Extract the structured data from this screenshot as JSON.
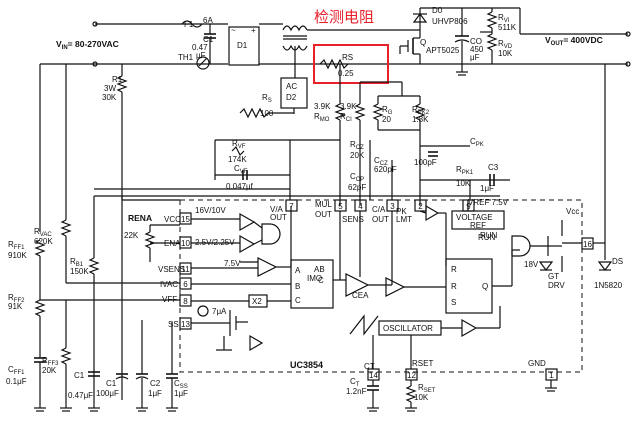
{
  "annotation": {
    "text": "检测电阻",
    "color": "#e8202a"
  },
  "input": {
    "label": "V",
    "sub": "IN",
    "value": "= 80-270VAC"
  },
  "output": {
    "label": "V",
    "sub": "OUT",
    "value": "= 400VDC"
  },
  "power": {
    "f1": "F1",
    "f1_val": "6A",
    "c1_name": "C1",
    "c1_val": "0.47",
    "c1_unit": "μF",
    "th1": "TH1",
    "d1": "D1",
    "d0": "D0",
    "d0_val": "UHVP806",
    "q": "Q",
    "q_val": "APT5025",
    "co": "CO",
    "co_val1": "450",
    "co_val2": "μF",
    "rvi": "R",
    "rvi_sub": "VI",
    "rvi_val": "511K",
    "rvd": "R",
    "rvd_sub": "VD",
    "rvd_val": "10K",
    "rs": "RS",
    "rs_val": "0.25",
    "ac": "AC",
    "d2": "D2",
    "rs_small": "R",
    "rs_small_sub": "S",
    "rs_small_val": "100",
    "r1": "R1",
    "r1_val1": "3W",
    "r1_val2": "30K"
  },
  "resistors": {
    "rmo_val": "3.9K",
    "rmo": "R",
    "rmo_sub": "MO",
    "rci_val": "3.9K",
    "rci": "R",
    "rci_sub": "CI",
    "rg": "R",
    "rg_sub": "G",
    "rg_val": "20",
    "rpk2": "R",
    "rpk2_sub": "PK2",
    "rpk2_val": "1.8K",
    "rvf": "R",
    "rvf_sub": "VF",
    "rvf_val": "174K",
    "cvf": "C",
    "cvf_sub": "VF",
    "cvf_val": "0.047μf",
    "rcz": "R",
    "rcz_sub": "CZ",
    "rcz_val": "20K",
    "ccz": "C",
    "ccz_sub": "CZ",
    "ccz_val": "620pF",
    "ccp": "C",
    "ccp_sub": "CP",
    "ccp_val": "62pF",
    "cpk": "C",
    "cpk_sub": "PK",
    "cpk_val": "100pF",
    "rpk1": "R",
    "rpk1_sub": "PK1",
    "rpk1_val": "10K",
    "c3": "C3",
    "c3_val": "1μF",
    "rena": "RENA",
    "rena_val": "22K",
    "rvac": "R",
    "rvac_sub": "VAC",
    "rvac_val": "620K",
    "rb1": "R",
    "rb1_sub": "B1",
    "rb1_val": "150K",
    "rff1": "R",
    "rff1_sub": "FF1",
    "rff1_val": "910K",
    "rff2": "R",
    "rff2_sub": "FF2",
    "rff2_val": "91K",
    "rff3": "R",
    "rff3_sub": "FF3",
    "rff3_val": "20K",
    "cff1": "C",
    "cff1_sub": "FF1",
    "cff1_val": "0.1μF",
    "c1b": "C1",
    "c1b_val": "0.47μF",
    "c1c": "C1",
    "c1c_val": "100μF",
    "c2": "C2",
    "c2_val": "1μF",
    "css": "C",
    "css_sub": "SS",
    "css_val": "1μF",
    "ct": "C",
    "ct_sub": "T",
    "ct_val": "1.2nF",
    "rset": "R",
    "rset_sub": "SET",
    "rset_val": "10K"
  },
  "ic": {
    "name": "UC3854",
    "pin_labels": {
      "vcc": "VCC",
      "ena": "ENA",
      "vsens": "VSENS",
      "ivac": "IVAC",
      "vff": "VFF",
      "ss": "SS",
      "va_out": "V/A",
      "va_out2": "OUT",
      "mul_out": "MUL",
      "mul_out2": "OUT",
      "sens": "SENS",
      "ca_out": "C/A",
      "ca_out2": "OUT",
      "pk_lmt": "PK",
      "pk_lmt2": "LMT",
      "vref": "VREF 7.5V",
      "gt_drv": "GT",
      "gt_drv2": "DRV",
      "gnd": "GND",
      "ct": "CT",
      "rset": "RSET",
      "ds": "DS",
      "ds_val": "1N5820"
    },
    "pins": {
      "p15": "15",
      "p10": "10",
      "p11": "11",
      "p1": "1",
      "p6": "6",
      "p8": "8",
      "p13": "13",
      "p7": "7",
      "p5": "5",
      "p4": "4",
      "p3": "3",
      "p2": "2",
      "p9": "9",
      "p16": "16",
      "p14": "14",
      "p12": "12",
      "p1g": "1"
    },
    "blocks": {
      "thresh1": "16V/10V",
      "thresh2": "2.5V/2.25V",
      "ref75": "7.5V",
      "x2": "X2",
      "i7ua": "7μA",
      "mult_a": "A",
      "mult_b": "B",
      "mult_c": "C",
      "mult_imo": "IMO",
      "mult_eq": "AB",
      "mult_eq2": "C",
      "cea": "CEA",
      "voltage_ref": "VOLTAGE",
      "voltage_ref2": "REF",
      "run": "RUN",
      "run2": "RUN",
      "oscillator": "OSCILLATOR",
      "r": "R",
      "s": "S",
      "q": "Q",
      "r2": "R",
      "v18": "18V",
      "vcc_out": "Vcc"
    }
  }
}
